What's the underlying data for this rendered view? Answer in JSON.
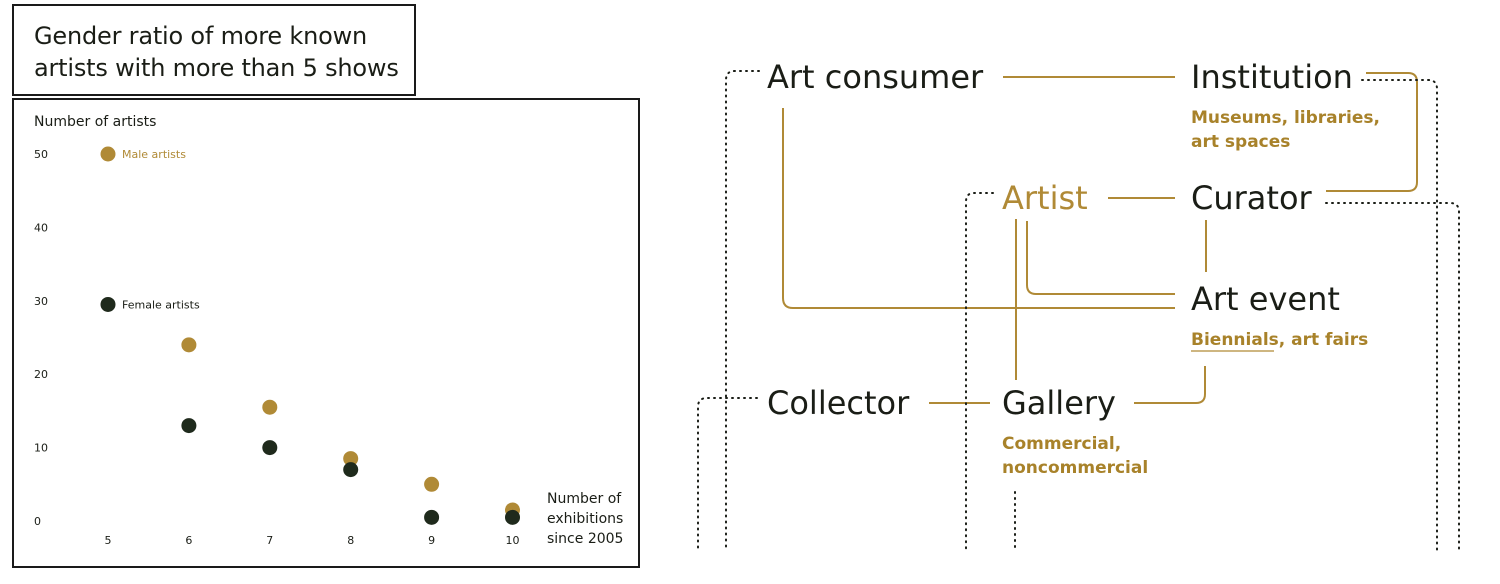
{
  "colors": {
    "male": "#b08a36",
    "female": "#1f2a1c",
    "ink": "#1a1d16",
    "accent": "#a8822a"
  },
  "chart_data": {
    "type": "scatter",
    "title": "Gender ratio of more known artists with more than 5 shows",
    "ylabel": "Number of artists",
    "xlabel": "Number of exhibitions since 2005",
    "ylim": [
      0,
      50
    ],
    "y_ticks": [
      "0",
      "10",
      "20",
      "30",
      "40",
      "50"
    ],
    "x": [
      5,
      6,
      7,
      8,
      9,
      10
    ],
    "x_ticks": [
      "5",
      "6",
      "7",
      "8",
      "9",
      "10"
    ],
    "grid": false,
    "series": [
      {
        "name": "Male artists",
        "values": [
          50,
          24,
          15.5,
          8.5,
          5,
          1.5
        ]
      },
      {
        "name": "Female artists",
        "values": [
          29.5,
          13,
          10,
          7,
          0.5,
          0.5
        ]
      }
    ]
  },
  "diagram": {
    "nodes": {
      "art_consumer": {
        "label": "Art consumer"
      },
      "institution": {
        "label": "Institution",
        "sub": [
          "Museums, libraries,",
          "art spaces"
        ]
      },
      "artist": {
        "label": "Artist"
      },
      "curator": {
        "label": "Curator"
      },
      "art_event": {
        "label": "Art event",
        "sub_a": "Biennials",
        "sub_b": ", art fairs"
      },
      "collector": {
        "label": "Collector"
      },
      "gallery": {
        "label": "Gallery",
        "sub": [
          "Commercial,",
          "noncommercial"
        ]
      }
    }
  }
}
